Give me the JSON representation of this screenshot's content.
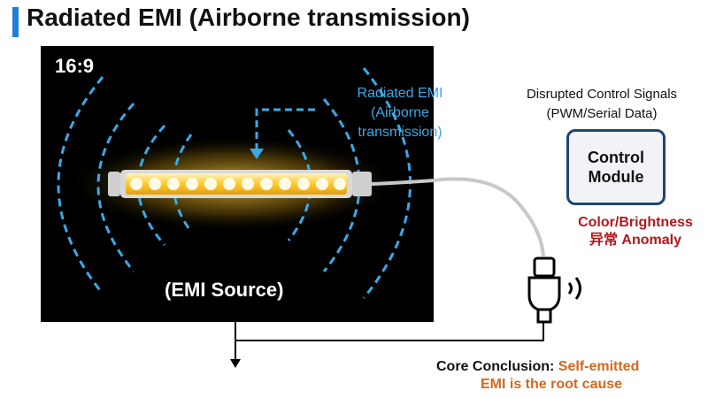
{
  "header": {
    "title": "Radiated EMI (Airborne transmission)"
  },
  "panel": {
    "aspect_ratio": "16:9",
    "emi_label_line1": "Radiated EMI",
    "emi_label_line2": "(Airborne transmission)",
    "source_label": "(EMI Source)"
  },
  "receiver": {
    "signals_line1": "Disrupted Control Signals",
    "signals_line2": "(PWM/Serial Data)",
    "module_line1": "Control",
    "module_line2": "Module",
    "anomaly_line1": "Color/Brightness",
    "anomaly_line2": "异常 Anomaly"
  },
  "conclusion": {
    "lead": "Core Conclusion: ",
    "highlight": "Self-emitted",
    "line2": "EMI is the root cause"
  },
  "colors": {
    "accent": "#1f7fd8",
    "emi_waves": "#3aa9e8",
    "led_glow": "#ffcc33",
    "module_border": "#20456e",
    "anomaly": "#b2171b",
    "conclusion_highlight": "#d2691e"
  }
}
